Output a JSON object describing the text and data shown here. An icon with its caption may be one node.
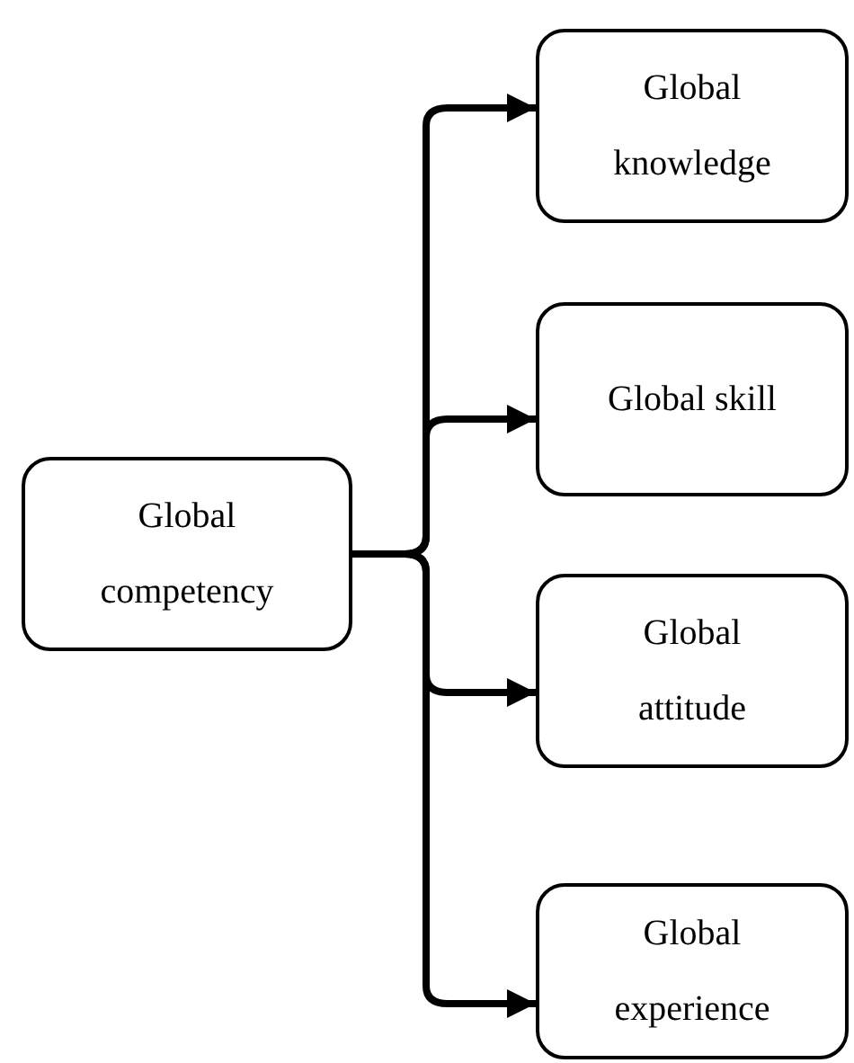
{
  "diagram": {
    "nodes": [
      {
        "text": [
          "Global competency"
        ]
      },
      {
        "text": [
          "Global knowledge"
        ]
      },
      {
        "text": [
          "Global skill"
        ]
      },
      {
        "text": [
          "Global attitude"
        ]
      },
      {
        "text": [
          "Global experience"
        ]
      }
    ],
    "edges": [
      {
        "from": 0,
        "to": 1,
        "arrow": "to"
      },
      {
        "from": 0,
        "to": 2,
        "arrow": "to"
      },
      {
        "from": 0,
        "to": 3,
        "arrow": "to"
      },
      {
        "from": 0,
        "to": 4,
        "arrow": "to"
      }
    ]
  }
}
